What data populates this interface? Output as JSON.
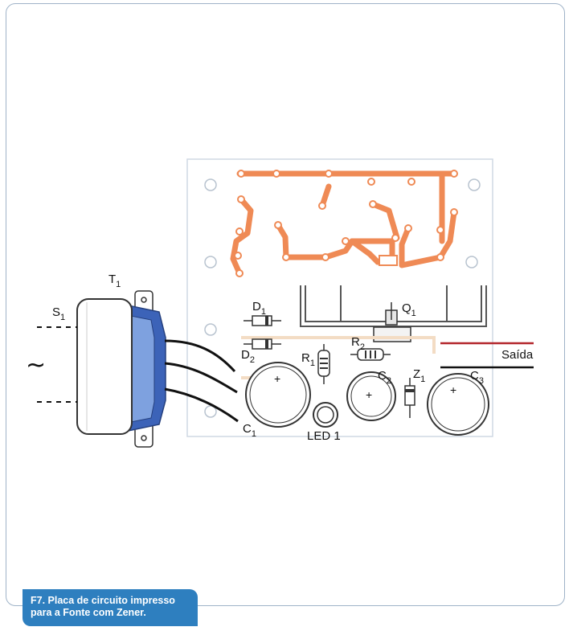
{
  "figure": {
    "caption_line1": "F7. Placa de circuito impresso",
    "caption_line2": "para a Fonte com Zener.",
    "tilde": "~",
    "labels": {
      "T1": "T",
      "T1_sub": "1",
      "S1": "S",
      "S1_sub": "1",
      "D1": "D",
      "D1_sub": "1",
      "D2": "D",
      "D2_sub": "2",
      "R1": "R",
      "R1_sub": "1",
      "R2": "R",
      "R2_sub": "2",
      "Q1": "Q",
      "Q1_sub": "1",
      "C1": "C",
      "C1_sub": "1",
      "C2": "C",
      "C2_sub": "2",
      "C3": "C",
      "C3_sub": "3",
      "Z1": "Z",
      "Z1_sub": "1",
      "LED1": "LED 1",
      "saida": "Saída"
    },
    "colors": {
      "trace": "#ef8a55",
      "board_outline": "#cfd8e3",
      "transformer_blue": "#3c63b8",
      "caption_bg": "#2e7fbf",
      "wire": "#111111",
      "wire_red": "#b3262b"
    }
  }
}
